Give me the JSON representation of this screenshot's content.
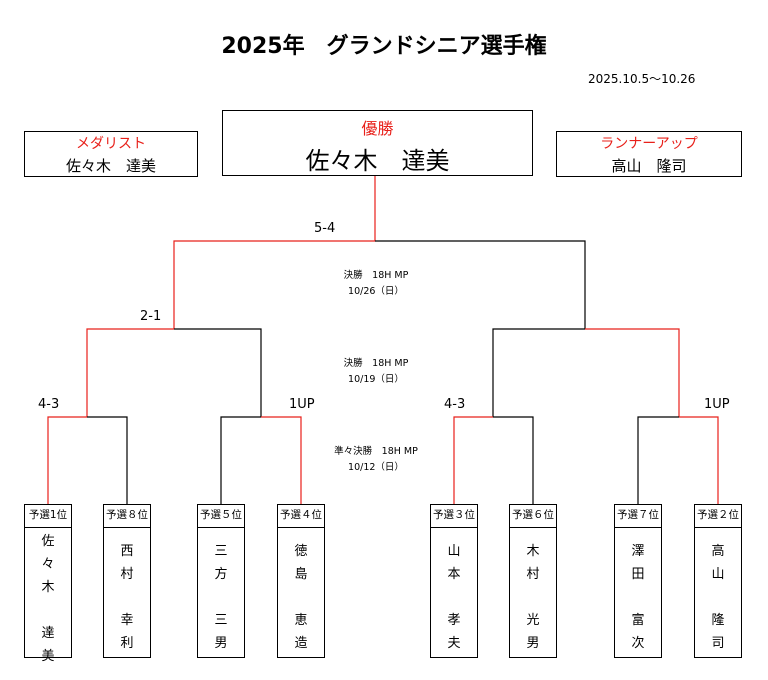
{
  "header": {
    "title": "2025年　グランドシニア選手権",
    "date_range": "2025.10.5～10.26"
  },
  "summary": {
    "medalist": {
      "label": "メダリスト",
      "name": "佐々木　達美"
    },
    "champion": {
      "label": "優勝",
      "name": "佐々木　達美"
    },
    "runner_up": {
      "label": "ランナーアップ",
      "name": "高山　隆司"
    }
  },
  "scores": {
    "final": "5-4",
    "semi_left": "2-1",
    "qf1": "4-3",
    "qf2": "1UP",
    "qf3": "4-3",
    "qf4": "1UP"
  },
  "rounds": {
    "final": {
      "line1": "決勝　18H MP",
      "line2": "10/26（日）"
    },
    "semi": {
      "line1": "決勝　18H MP",
      "line2": "10/19（日）"
    },
    "quarter": {
      "line1": "準々決勝　18H MP",
      "line2": "10/12（日）"
    }
  },
  "players": [
    {
      "seed": "予選1位",
      "name_chars": [
        "佐",
        "々",
        "木",
        "",
        "達",
        "美"
      ]
    },
    {
      "seed": "予選８位",
      "name_chars": [
        "西",
        "村",
        "",
        "幸",
        "利"
      ]
    },
    {
      "seed": "予選５位",
      "name_chars": [
        "三",
        "方",
        "",
        "三",
        "男"
      ]
    },
    {
      "seed": "予選４位",
      "name_chars": [
        "徳",
        "島",
        "",
        "恵",
        "造"
      ]
    },
    {
      "seed": "予選３位",
      "name_chars": [
        "山",
        "本",
        "",
        "孝",
        "夫"
      ]
    },
    {
      "seed": "予選６位",
      "name_chars": [
        "木",
        "村",
        "",
        "光",
        "男"
      ]
    },
    {
      "seed": "予選７位",
      "name_chars": [
        "澤",
        "田",
        "",
        "富",
        "次"
      ]
    },
    {
      "seed": "予選２位",
      "name_chars": [
        "高",
        "山",
        "",
        "隆",
        "司"
      ]
    }
  ],
  "colors": {
    "winner_line": "#e8201a",
    "line": "#000000"
  }
}
